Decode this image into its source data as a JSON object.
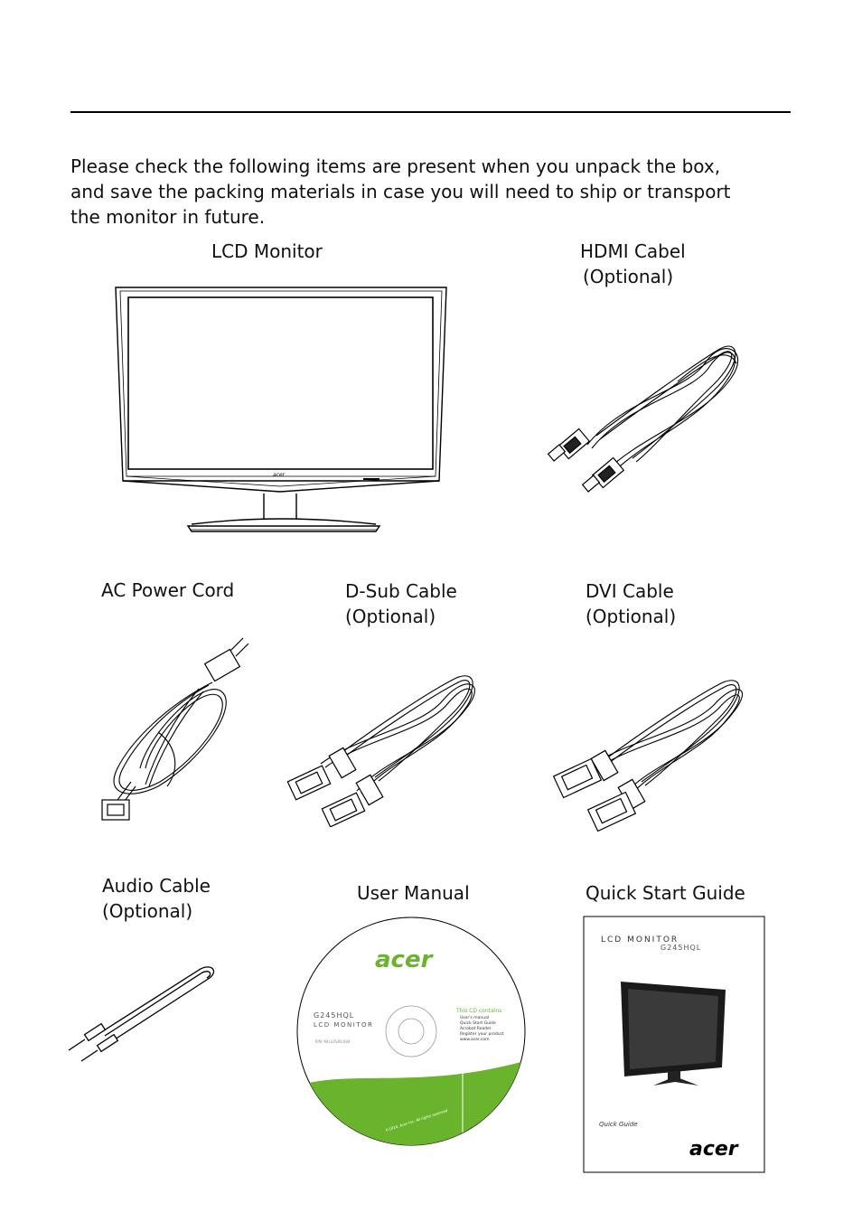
{
  "intro": {
    "line1": "Please check the following items are present when you unpack the box,",
    "line2": "and save the packing materials in case you will need to ship or transport",
    "line3": "the monitor in future."
  },
  "items": {
    "lcd_monitor": {
      "name": "LCD Monitor",
      "logo": "acer"
    },
    "hdmi_cable": {
      "name": "HDMI Cabel",
      "note": "(Optional)"
    },
    "ac_power_cord": {
      "name": "AC Power Cord"
    },
    "dsub_cable": {
      "name": "D-Sub Cable",
      "note": "(Optional)"
    },
    "dvi_cable": {
      "name": "DVI Cable",
      "note": "(Optional)"
    },
    "audio_cable": {
      "name": "Audio Cable",
      "note": "(Optional)"
    },
    "user_manual": {
      "name": "User Manual",
      "cd": {
        "logo": "acer",
        "model": "G245HQL",
        "product": "LCD MONITOR",
        "pn": "P/N: MU.LRS00.004",
        "contains_title": "This CD contains",
        "contents": [
          "User's manual",
          "Quick Start Guide",
          "Acrobat Reader",
          "Register your product"
        ],
        "url": "www.acer.com",
        "copyright": "©2010, Acer Inc. All rights reserved"
      }
    },
    "quick_start_guide": {
      "name": "Quick Start Guide",
      "cover": {
        "product": "LCD MONITOR",
        "model": "G245HQL",
        "caption": "Quick Guide",
        "logo": "acer"
      }
    }
  },
  "colors": {
    "acer_green": "#6ab42d",
    "line": "#000000"
  }
}
